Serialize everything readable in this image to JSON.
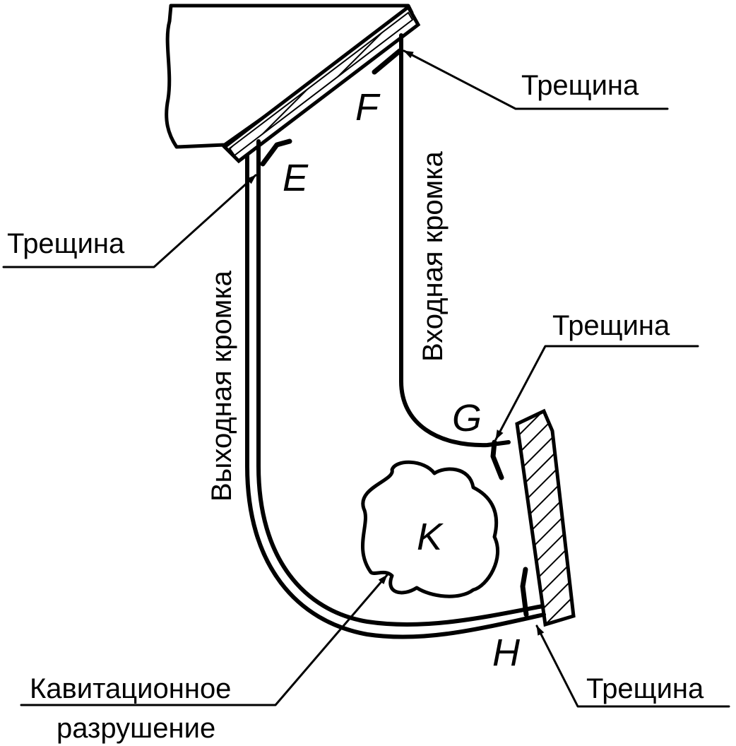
{
  "labels": {
    "crack_top_right": "Трещина",
    "crack_left": "Трещина",
    "crack_mid_right": "Трещина",
    "crack_bottom_right": "Трещина",
    "cavitation_line1": "Кавитационное",
    "cavitation_line2": "разрушение",
    "trailing_edge": "Выходная кромка",
    "leading_edge": "Входная кромка"
  },
  "points": {
    "e": "E",
    "f": "F",
    "g": "G",
    "h": "H",
    "k": "K"
  }
}
